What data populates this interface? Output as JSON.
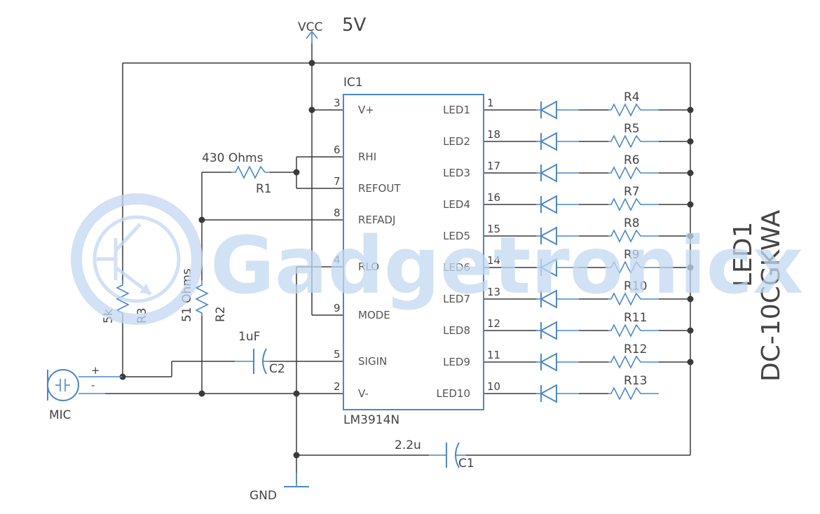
{
  "power": {
    "vcc_label": "VCC",
    "vcc_value": "5V",
    "gnd_label": "GND"
  },
  "ic": {
    "ref": "IC1",
    "part": "LM3914N",
    "left_pins": [
      {
        "num": "3",
        "name": "V+"
      },
      {
        "num": "6",
        "name": "RHI"
      },
      {
        "num": "7",
        "name": "REFOUT"
      },
      {
        "num": "8",
        "name": "REFADJ"
      },
      {
        "num": "4",
        "name": "RLO"
      },
      {
        "num": "9",
        "name": "MODE"
      },
      {
        "num": "5",
        "name": "SIGIN"
      },
      {
        "num": "2",
        "name": "V-"
      }
    ],
    "right_pins": [
      {
        "num": "1",
        "name": "LED1"
      },
      {
        "num": "18",
        "name": "LED2"
      },
      {
        "num": "17",
        "name": "LED3"
      },
      {
        "num": "16",
        "name": "LED4"
      },
      {
        "num": "15",
        "name": "LED5"
      },
      {
        "num": "14",
        "name": "LED6"
      },
      {
        "num": "13",
        "name": "LED7"
      },
      {
        "num": "12",
        "name": "LED8"
      },
      {
        "num": "11",
        "name": "LED9"
      },
      {
        "num": "10",
        "name": "LED10"
      }
    ]
  },
  "resistors": {
    "r1": {
      "ref": "R1",
      "value": "430 Ohms"
    },
    "r2": {
      "ref": "R2",
      "value": "51 Ohms"
    },
    "r3": {
      "ref": "R3",
      "value": "5k"
    },
    "led_resistors": [
      "R4",
      "R5",
      "R6",
      "R7",
      "R8",
      "R9",
      "R10",
      "R11",
      "R12",
      "R13"
    ]
  },
  "capacitors": {
    "c1": {
      "ref": "C1",
      "value": "2.2u"
    },
    "c2": {
      "ref": "C2",
      "value": "1uF"
    }
  },
  "mic": {
    "label": "MIC",
    "plus": "+",
    "minus": "-"
  },
  "led_array": {
    "ref": "LED1",
    "part": "DC-10CGKWA"
  },
  "watermark": {
    "text": "Gadgetronicx"
  },
  "colors": {
    "wire": "#3a3a3a",
    "component": "#4a88c7",
    "watermark": "#c3d8f2"
  }
}
